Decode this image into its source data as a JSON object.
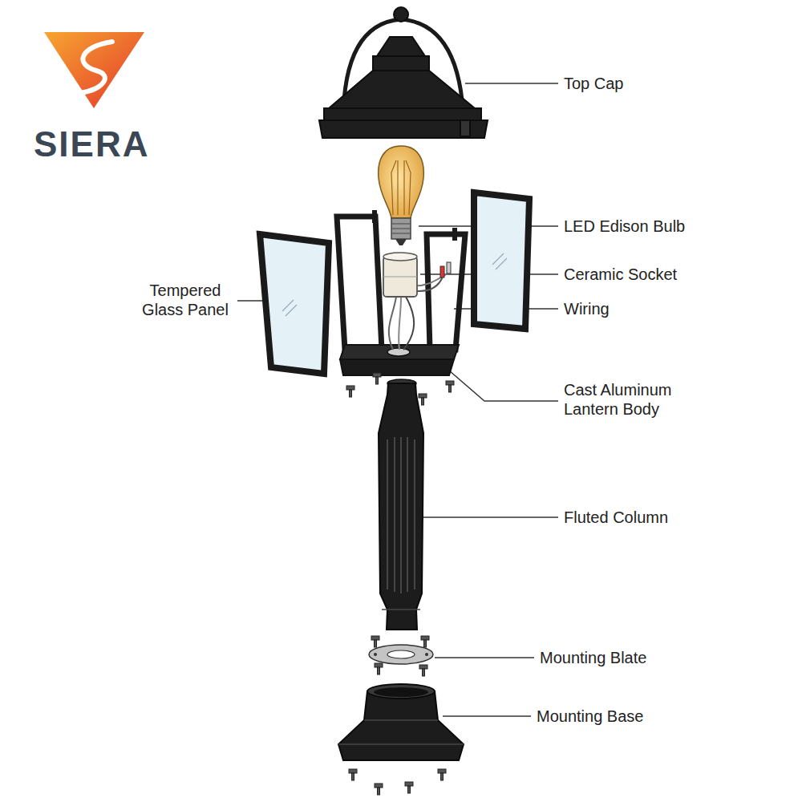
{
  "diagram": {
    "labels": [
      "SIERA",
      "Top Cap",
      "LED Edison Bulb",
      "Ceramic Socket",
      "Wiring",
      "Tempered Glass Panel",
      "Cast Aluminum Lantern Body",
      "Fluted Column",
      "Mounting Blate",
      "Mounting Base"
    ]
  }
}
